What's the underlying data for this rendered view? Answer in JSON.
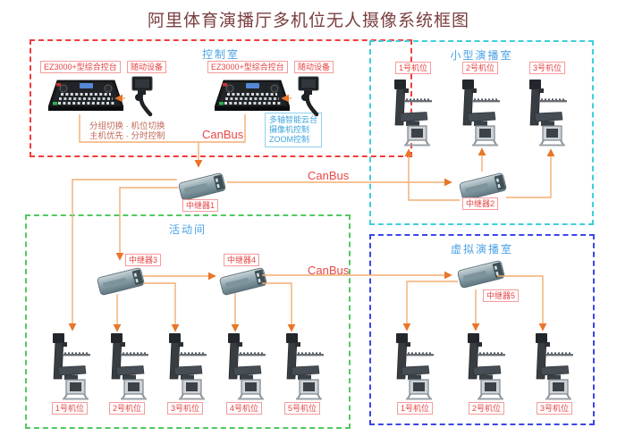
{
  "title": "阿里体育演播厅多机位无人摄像系统框图",
  "labels": {
    "canbus": "CanBus"
  },
  "control_room": {
    "title": "控制室",
    "consoles": [
      {
        "label": "EZ3000+型综合控台",
        "device_label": "随动设备"
      },
      {
        "label": "EZ3000+型综合控台",
        "device_label": "随动设备"
      }
    ],
    "notes": [
      "分组切换 · 机位切换",
      "主机优先 · 分时控制"
    ],
    "control_box": [
      "多轴智能云台",
      "摄像机控制",
      "ZOOM控制"
    ]
  },
  "backbone": {
    "repeater1": "中继器1"
  },
  "rooms": {
    "small_studio": {
      "title": "小型演播室",
      "repeater": "中继器2",
      "cameras": [
        "1号机位",
        "2号机位",
        "3号机位"
      ]
    },
    "activity_room": {
      "title": "活动间",
      "repeaters": [
        "中继器3",
        "中继器4"
      ],
      "cameras": [
        "1号机位",
        "2号机位",
        "3号机位",
        "4号机位",
        "5号机位"
      ]
    },
    "virtual_studio": {
      "title": "虚拟演播室",
      "repeater": "中继器5",
      "cameras": [
        "1号机位",
        "2号机位",
        "3号机位"
      ]
    }
  },
  "colors": {
    "control_room_border": "#f23c3c",
    "small_studio_border": "#3ecfdb",
    "activity_room_border": "#52c861",
    "virtual_studio_border": "#3b46e8",
    "wire": "#f3ad72",
    "arrow": "#e8762a",
    "room_title_text": "#4da3e4",
    "tag_text": "#e54444",
    "canbus_text": "#e84848",
    "title_text": "#7a3e3e"
  }
}
